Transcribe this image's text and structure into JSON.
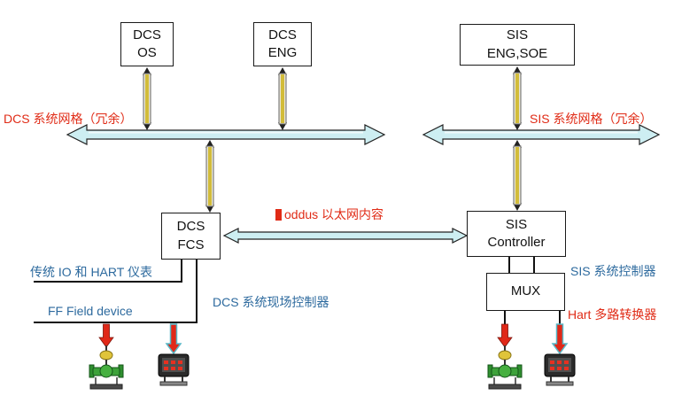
{
  "colors": {
    "red_accent": "#e02b16",
    "blue_label": "#2d6a9e",
    "bus_fill": "#cdeef2",
    "cable_core": "#d2bc3a",
    "valve_green": "#3da23a",
    "actuator_yellow": "#e0c43a"
  },
  "boxes": {
    "dcs_os": "DCS\nOS",
    "dcs_eng": "DCS\nENG",
    "sis_eng_soe": "SIS\nENG,SOE",
    "dcs_fcs": "DCS\nFCS",
    "sis_controller": "SIS\nController",
    "mux": "MUX"
  },
  "labels": {
    "dcs_network": "DCS 系统网格（冗余）",
    "sis_network": "SIS 系统网格（冗余）",
    "ethernet": "oddus 以太网内容",
    "traditional_io": "传统 IO 和 HART 仪表",
    "ff_field_device": "FF Field device",
    "dcs_field_controller": "DCS 系统现场控制器",
    "sis_system_controller": "SIS 系统控制器",
    "hart_mux": "Hart 多路转换器"
  }
}
